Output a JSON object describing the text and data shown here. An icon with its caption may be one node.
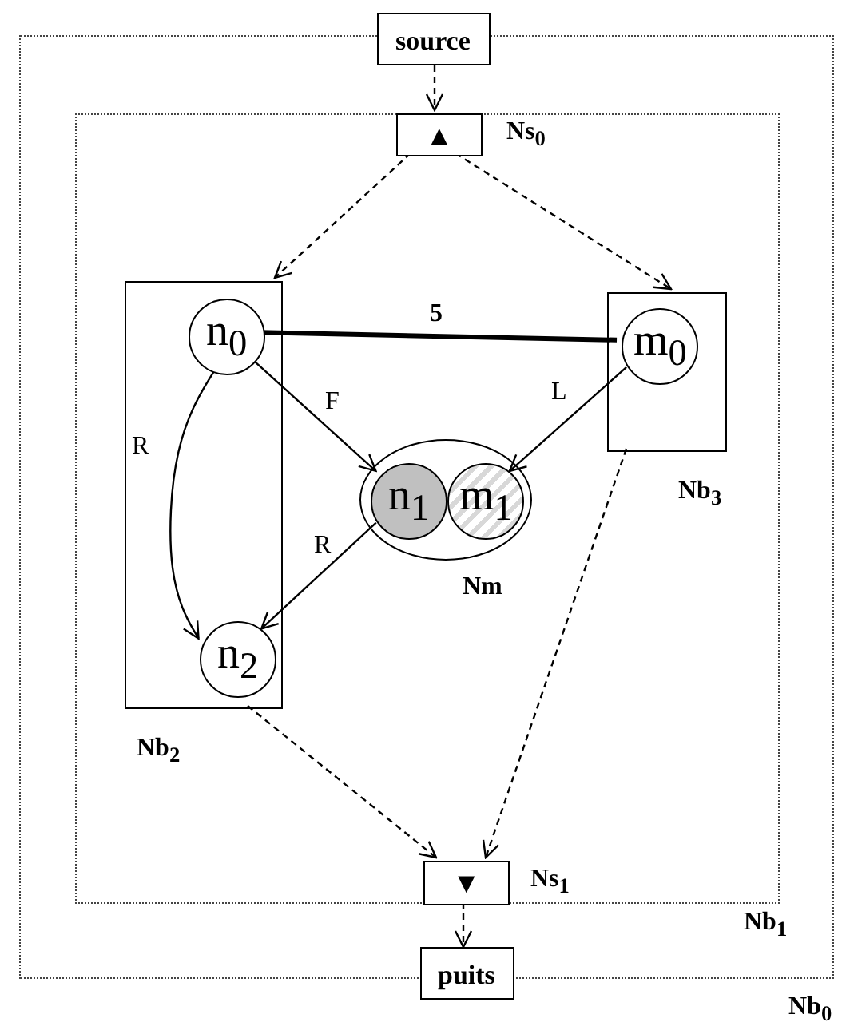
{
  "diagram": {
    "nodes": [
      {
        "text": [
          "Nb$_{0}$"
        ]
      },
      {
        "text": [
          "source"
        ]
      },
      {
        "text": [
          "Nb$_{1}$"
        ],
        "in": 0
      },
      {
        "text": [
          "▲",
          "Ns$_{0}$"
        ],
        "in": 2
      },
      {
        "text": [
          "Nb$_{2}$"
        ],
        "in": 2
      },
      {
        "text": [
          "n$_{0}$"
        ],
        "in": 4
      },
      {
        "text": [
          "n$_{2}$"
        ],
        "in": 4
      },
      {
        "text": [
          "Nb$_{3}$"
        ],
        "in": 2
      },
      {
        "text": [
          "m$_{0}$"
        ],
        "in": 7
      },
      {
        "text": [
          "Nm"
        ],
        "in": 2
      },
      {
        "text": [
          "n$_{1}$"
        ],
        "in": 9
      },
      {
        "text": [
          "m$_{1}$"
        ],
        "in": 9
      },
      {
        "text": [
          "▼",
          "Ns$_{1}$"
        ],
        "in": 2
      },
      {
        "text": [
          "puits"
        ]
      }
    ],
    "edges": [
      {
        "from": 1,
        "to": 3,
        "arrow": "to",
        "style": "dashed"
      },
      {
        "from": 3,
        "to": 4,
        "arrow": "to",
        "style": "dashed"
      },
      {
        "from": 3,
        "to": 7,
        "arrow": "to",
        "style": "dashed"
      },
      {
        "from": 5,
        "to": 8,
        "arrow": "none",
        "label": "5",
        "style": "thick"
      },
      {
        "from": 5,
        "to": 10,
        "arrow": "to",
        "label": "F"
      },
      {
        "from": 8,
        "to": 11,
        "arrow": "to",
        "label": "L"
      },
      {
        "from": 5,
        "to": 6,
        "arrow": "to",
        "label": "R"
      },
      {
        "from": 10,
        "to": 6,
        "arrow": "to",
        "label": "R"
      },
      {
        "from": 4,
        "to": 12,
        "arrow": "to",
        "style": "dashed"
      },
      {
        "from": 7,
        "to": 12,
        "arrow": "to",
        "style": "dashed"
      },
      {
        "from": 12,
        "to": 13,
        "arrow": "to",
        "style": "dashed"
      }
    ]
  }
}
